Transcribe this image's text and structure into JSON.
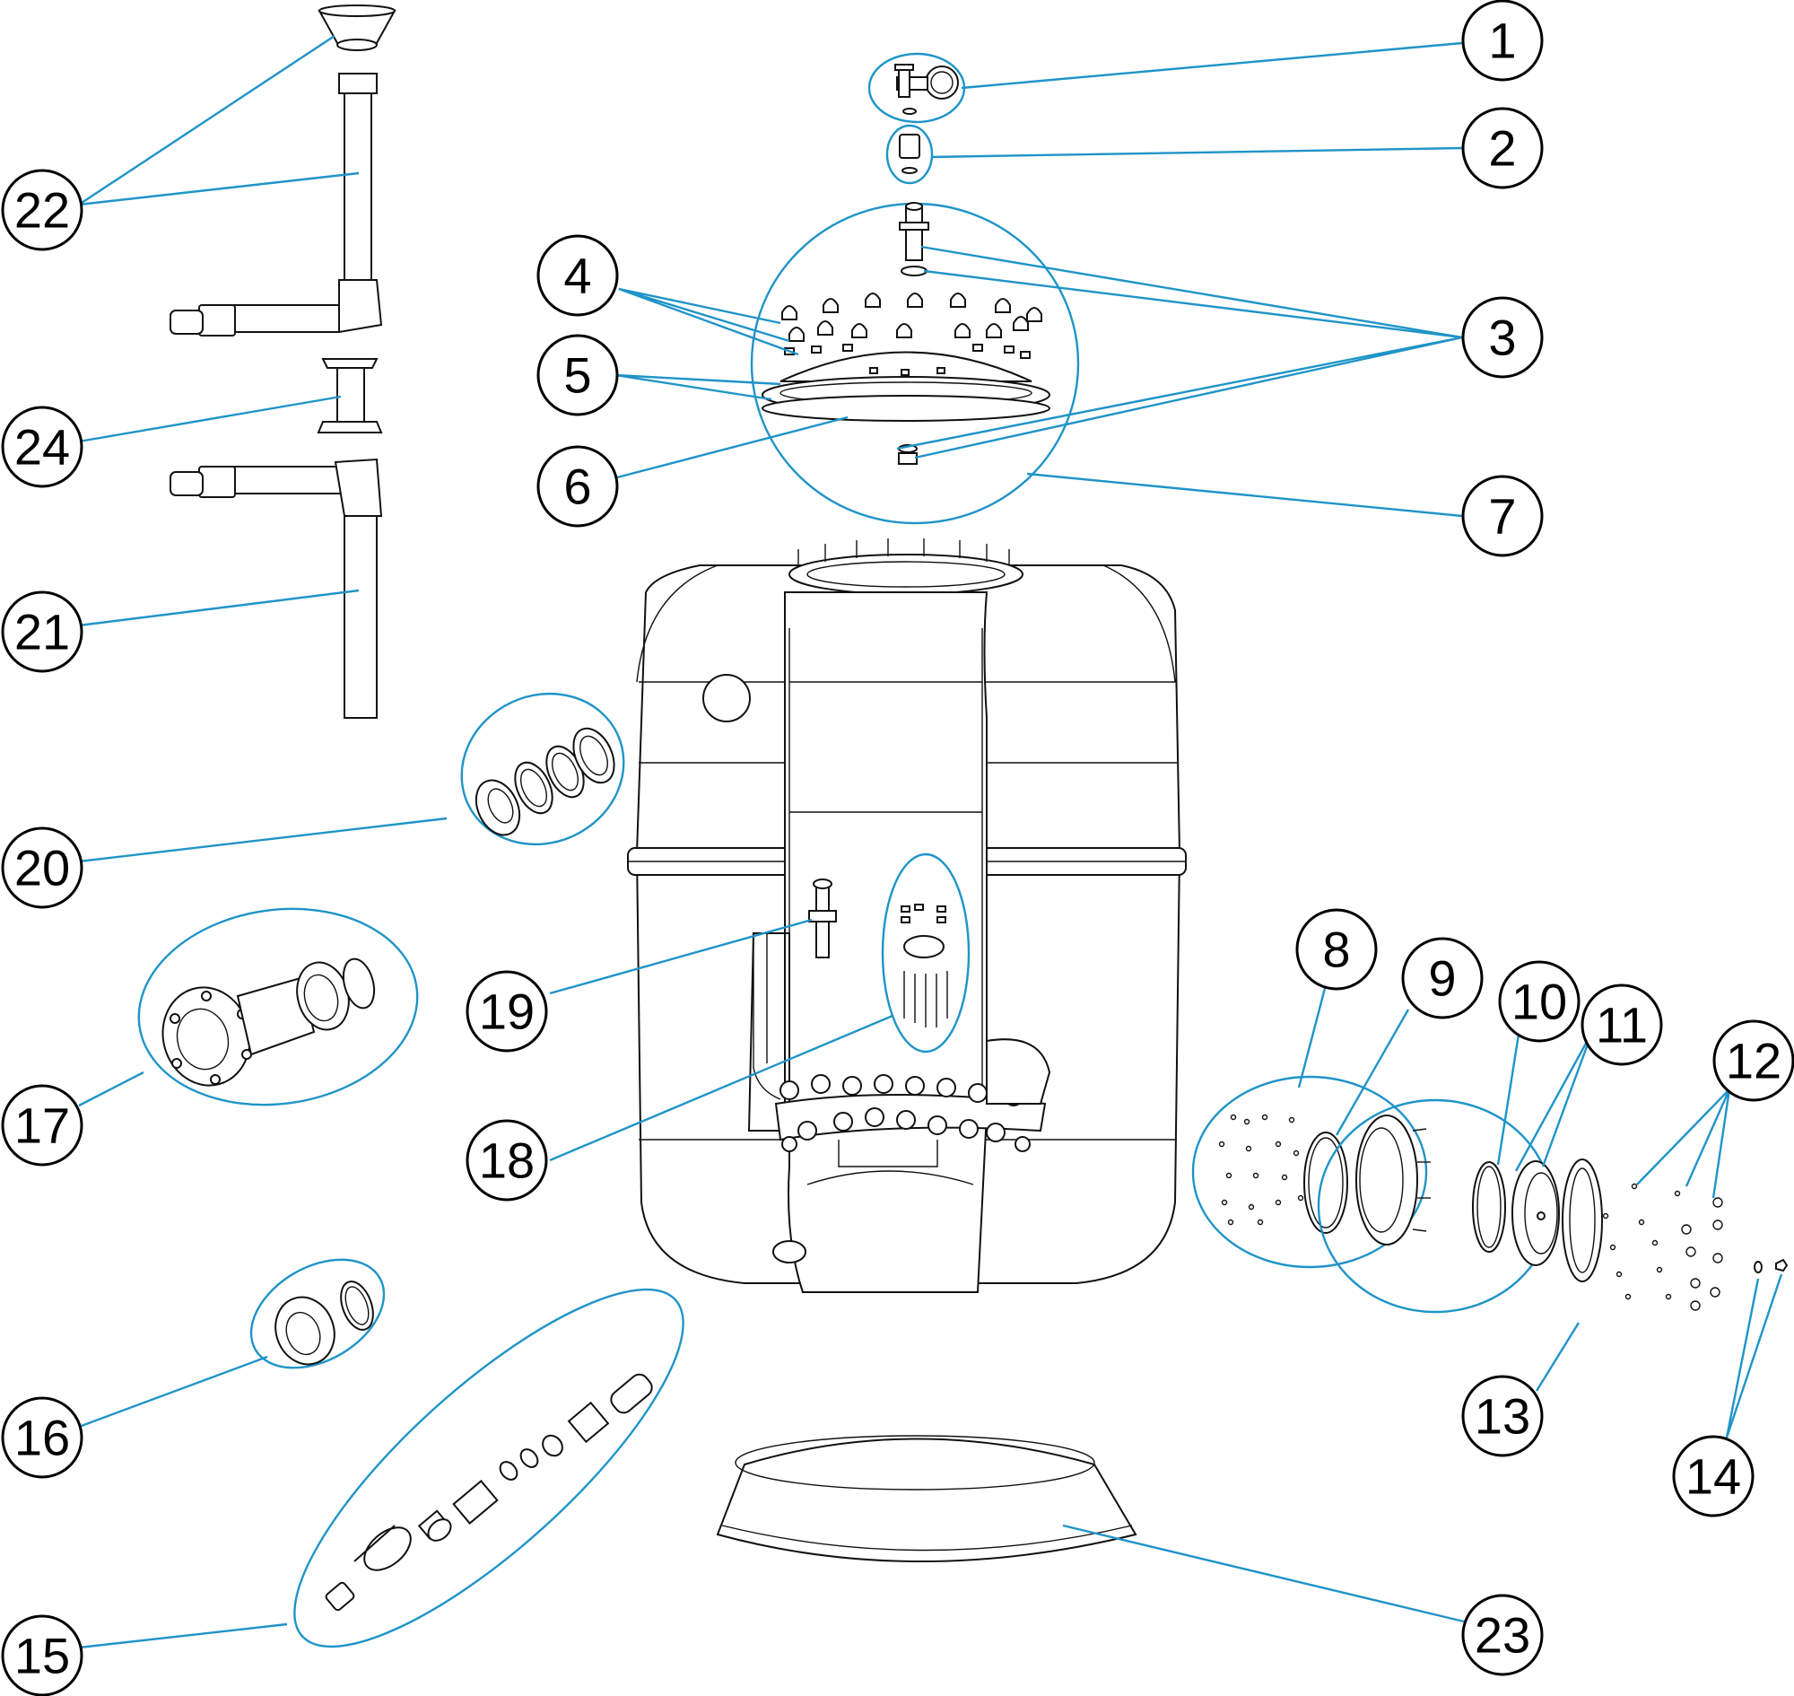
{
  "colors": {
    "leader": "#1f94c8",
    "outline": "#111111",
    "background": "#ffffff"
  },
  "callouts": [
    {
      "id": "c1",
      "label": "1"
    },
    {
      "id": "c2",
      "label": "2"
    },
    {
      "id": "c3",
      "label": "3"
    },
    {
      "id": "c4",
      "label": "4"
    },
    {
      "id": "c5",
      "label": "5"
    },
    {
      "id": "c6",
      "label": "6"
    },
    {
      "id": "c7",
      "label": "7"
    },
    {
      "id": "c8",
      "label": "8"
    },
    {
      "id": "c9",
      "label": "9"
    },
    {
      "id": "c10",
      "label": "10"
    },
    {
      "id": "c11",
      "label": "11"
    },
    {
      "id": "c12",
      "label": "12"
    },
    {
      "id": "c13",
      "label": "13"
    },
    {
      "id": "c14",
      "label": "14"
    },
    {
      "id": "c15",
      "label": "15"
    },
    {
      "id": "c16",
      "label": "16"
    },
    {
      "id": "c17",
      "label": "17"
    },
    {
      "id": "c18",
      "label": "18"
    },
    {
      "id": "c19",
      "label": "19"
    },
    {
      "id": "c20",
      "label": "20"
    },
    {
      "id": "c21",
      "label": "21"
    },
    {
      "id": "c22",
      "label": "22"
    },
    {
      "id": "c23",
      "label": "23"
    },
    {
      "id": "c24",
      "label": "24"
    }
  ]
}
